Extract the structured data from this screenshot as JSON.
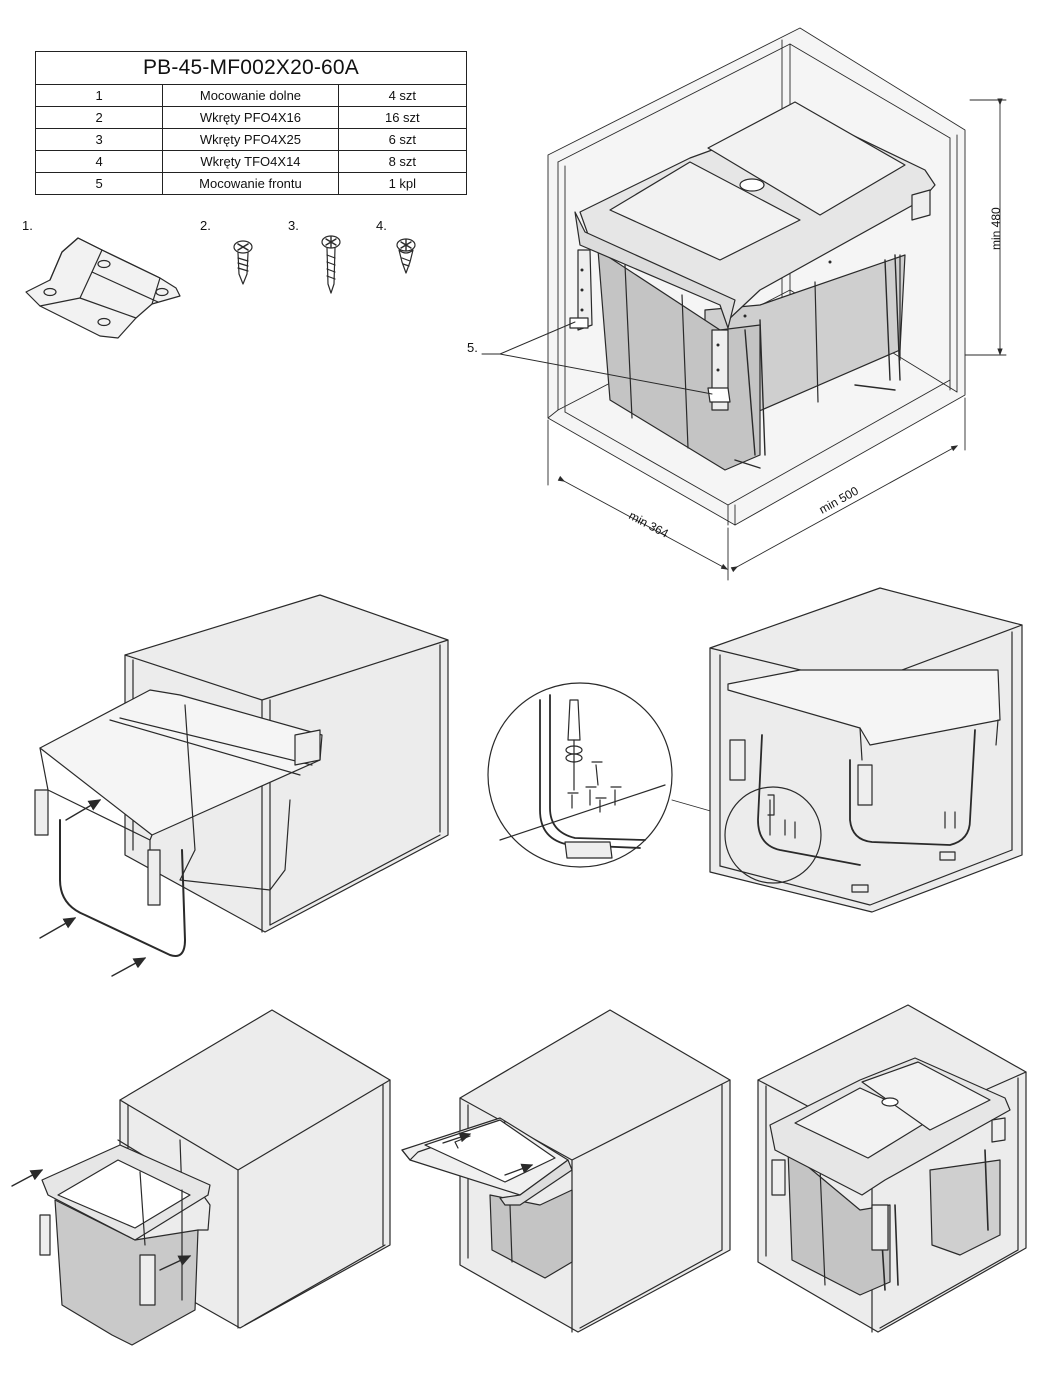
{
  "table": {
    "title": "PB-45-MF002X20-60A",
    "rows": [
      {
        "no": "1",
        "name": "Mocowanie dolne",
        "qty": "4 szt"
      },
      {
        "no": "2",
        "name": "Wkręty PFO4X16",
        "qty": "16 szt"
      },
      {
        "no": "3",
        "name": "Wkręty PFO4X25",
        "qty": "6 szt"
      },
      {
        "no": "4",
        "name": "Wkręty TFO4X14",
        "qty": "8 szt"
      },
      {
        "no": "5",
        "name": "Mocowanie frontu",
        "qty": "1 kpl"
      }
    ]
  },
  "part_labels": [
    "1.",
    "2.",
    "3.",
    "4.",
    "5."
  ],
  "dimensions": {
    "height": "min 480",
    "width": "min 364",
    "depth": "min 500"
  },
  "colors": {
    "line": "#2a2a2a",
    "cabinet_fill": "#e9e9e9",
    "bin_fill": "#c9c9c9",
    "lid_fill": "#e6e6e6"
  }
}
